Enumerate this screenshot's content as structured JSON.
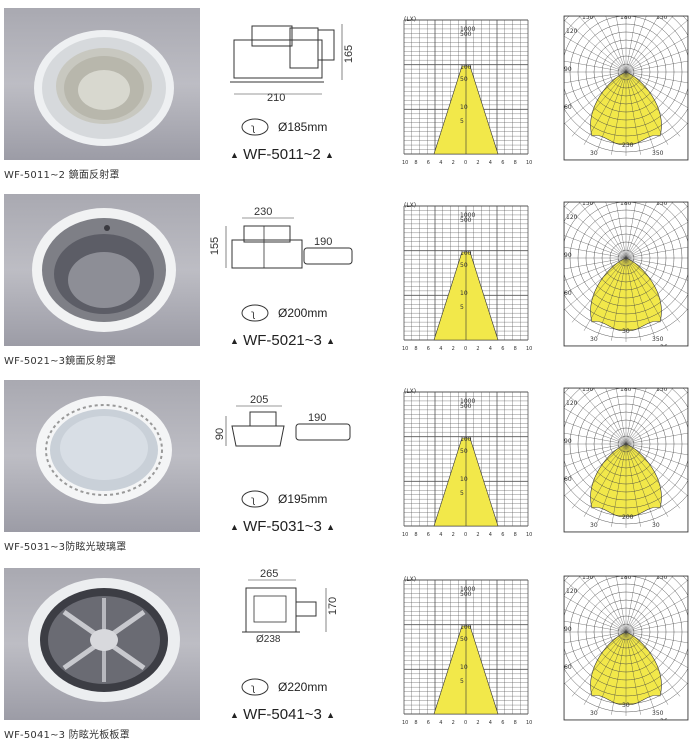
{
  "products": [
    {
      "caption": "WF-5011~2 鏡面反射罩",
      "model": "WF-5011~2",
      "cutout": "Ø185mm",
      "dims": {
        "width": "210",
        "height": "165",
        "extra": ""
      },
      "photo_style": "mirror",
      "lux_labels": [
        "(LX)",
        "1000",
        "500",
        "100",
        "50",
        "10",
        "5"
      ],
      "lux_axis": [
        "10",
        "8",
        "6",
        "4",
        "2",
        "0",
        "2",
        "4",
        "6",
        "8",
        "10"
      ],
      "polar_labels": [
        "150",
        "180",
        "150",
        "120",
        "90",
        "60",
        "30",
        "230",
        "350"
      ]
    },
    {
      "caption": "WF-5021~3鏡面反射罩",
      "model": "WF-5021~3",
      "cutout": "Ø200mm",
      "dims": {
        "width": "230",
        "height": "155",
        "extra": "190"
      },
      "photo_style": "reflector",
      "lux_labels": [
        "(LX)",
        "1000",
        "500",
        "100",
        "50",
        "10",
        "5"
      ],
      "lux_axis": [
        "10",
        "8",
        "6",
        "4",
        "2",
        "0",
        "2",
        "4",
        "6",
        "8",
        "10"
      ],
      "polar_labels": [
        "150",
        "180",
        "150",
        "120",
        "90",
        "60",
        "30",
        "30",
        "350",
        "36"
      ]
    },
    {
      "caption": "WF-5031~3防眩光玻璃罩",
      "model": "WF-5031~3",
      "cutout": "Ø195mm",
      "dims": {
        "width": "205",
        "height": "90",
        "extra": "190"
      },
      "photo_style": "glass",
      "lux_labels": [
        "(LX)",
        "1000",
        "500",
        "100",
        "50",
        "10",
        "5"
      ],
      "lux_axis": [
        "10",
        "8",
        "6",
        "4",
        "2",
        "0",
        "2",
        "4",
        "6",
        "8",
        "10"
      ],
      "polar_labels": [
        "150",
        "180",
        "150",
        "120",
        "90",
        "60",
        "30",
        "200",
        "30"
      ]
    },
    {
      "caption": "WF-5041~3 防眩光板板罩",
      "model": "WF-5041~3",
      "cutout": "Ø220mm",
      "dims": {
        "width": "265",
        "height": "170",
        "extra": "Ø238"
      },
      "photo_style": "louver",
      "lux_labels": [
        "(LX)",
        "1000",
        "500",
        "100",
        "50",
        "10",
        "5"
      ],
      "lux_axis": [
        "10",
        "8",
        "6",
        "4",
        "2",
        "0",
        "2",
        "4",
        "6",
        "8",
        "10"
      ],
      "polar_labels": [
        "150",
        "180",
        "150",
        "120",
        "90",
        "60",
        "30",
        "30",
        "350",
        "36"
      ]
    }
  ]
}
